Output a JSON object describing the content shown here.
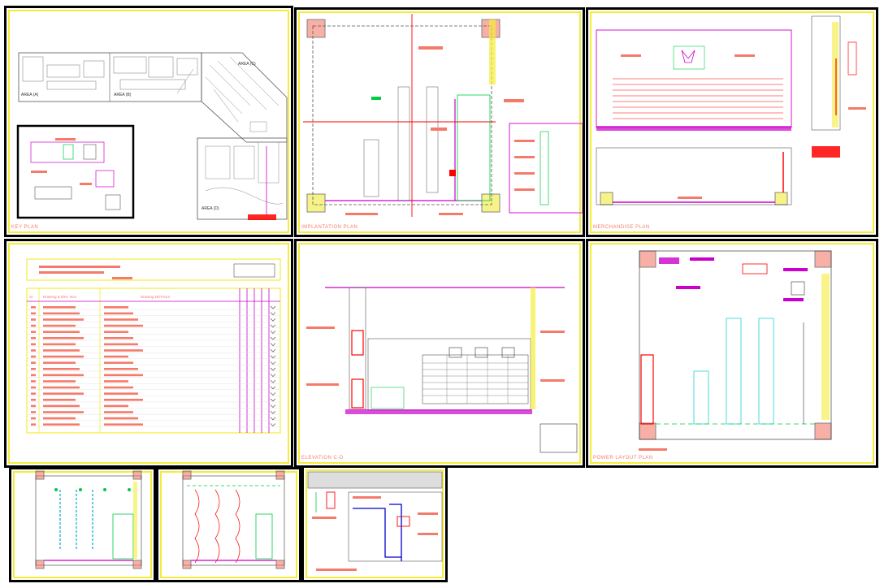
{
  "sheets": [
    {
      "id": "key-plan",
      "label": "KEY PLAN"
    },
    {
      "id": "implantation-plan",
      "label": "IMPLANTATION PLAN"
    },
    {
      "id": "merchandise-plan",
      "label": "MERCHANDISE PLAN"
    },
    {
      "id": "drawing-list",
      "label": ""
    },
    {
      "id": "elevation",
      "label": "ELEVATION C-D"
    },
    {
      "id": "power-layout",
      "label": "POWER LAYOUT PLAN"
    },
    {
      "id": "ceiling-plan-a",
      "label": ""
    },
    {
      "id": "ceiling-plan-b",
      "label": ""
    },
    {
      "id": "detail-section",
      "label": ""
    }
  ],
  "key_plan": {
    "areas": [
      "AREA (A)",
      "AREA (B)",
      "AREA (C)",
      "AREA (D)"
    ]
  },
  "drawing_list": {
    "col_no": "Sr.",
    "col_drawing_no": "Drawing & Elev. Nos",
    "col_title": "Drawing DETAILS"
  },
  "colors": {
    "sheet_border": "#000000",
    "title_frame": "#f5ec3a",
    "wall": "#cc00cc",
    "annotation": "#f47b6b",
    "highlight": "#ff0000",
    "fixture": "#00cc44",
    "hatch": "#f5ec3a"
  }
}
